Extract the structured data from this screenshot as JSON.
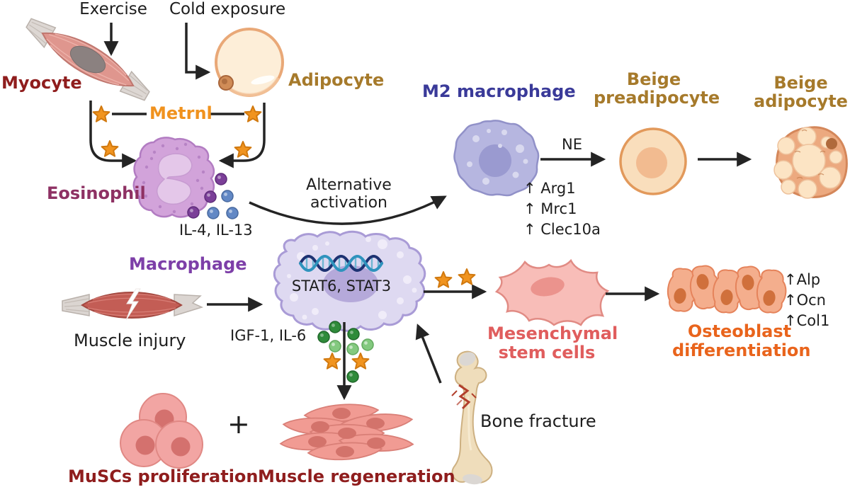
{
  "labels": {
    "exercise": "Exercise",
    "cold_exposure": "Cold exposure",
    "myocyte": "Myocyte",
    "adipocyte": "Adipocyte",
    "metrnl": "Metrnl",
    "eosinophil": "Eosinophil",
    "il4_il13": "IL-4, IL-13",
    "alternative_activation": "Alternative\nactivation",
    "m2_macrophage": "M2 macrophage",
    "ne": "NE",
    "beige_preadipocyte": "Beige\npreadipocyte",
    "beige_adipocyte": "Beige\nadipocyte",
    "macrophage": "Macrophage",
    "stat6_stat3": "STAT6, STAT3",
    "muscle_injury": "Muscle injury",
    "igf1_il6": "IGF-1, IL-6",
    "mesenchymal_stem_cells": "Mesenchymal\nstem cells",
    "osteoblast_differentiation": "Osteoblast\ndifferentiation",
    "bone_fracture": "Bone fracture",
    "muscs_proliferation": "MuSCs proliferation",
    "plus_sign": "+",
    "muscle_regeneration": "Muscle regeneration"
  },
  "m2_upregulated_genes": [
    "↑ Arg1",
    "↑ Mrc1",
    "↑ Clec10a"
  ],
  "osteoblast_upregulated_genes": [
    "↑Alp",
    "↑Ocn",
    "↑Col1"
  ],
  "colors": {
    "dark_red_label": "#8f1d1d",
    "golden_brown_label": "#a67a2b",
    "metrnl_orange": "#f0921e",
    "eosinophil_plum": "#8e3163",
    "m2_indigo": "#3a3a99",
    "macrophage_purple": "#7d3fa8",
    "msc_salmon": "#e05d5d",
    "osteoblast_rust": "#e9641c",
    "black_text": "#1d1d1d",
    "arrow_black": "#242424",
    "star_orange": "#f1941f",
    "eosinophil_cell": "#d2a3da",
    "macrophage_cell": "#ded9f1",
    "m2_cell": "#b6b6e0",
    "adipocyte_cell": "#fdeed8",
    "beige_adipocyte_cell": "#eca97f",
    "muscle_red": "#c35d55",
    "pink_cell": "#f2a5a3",
    "bone_tan": "#efddbb"
  }
}
